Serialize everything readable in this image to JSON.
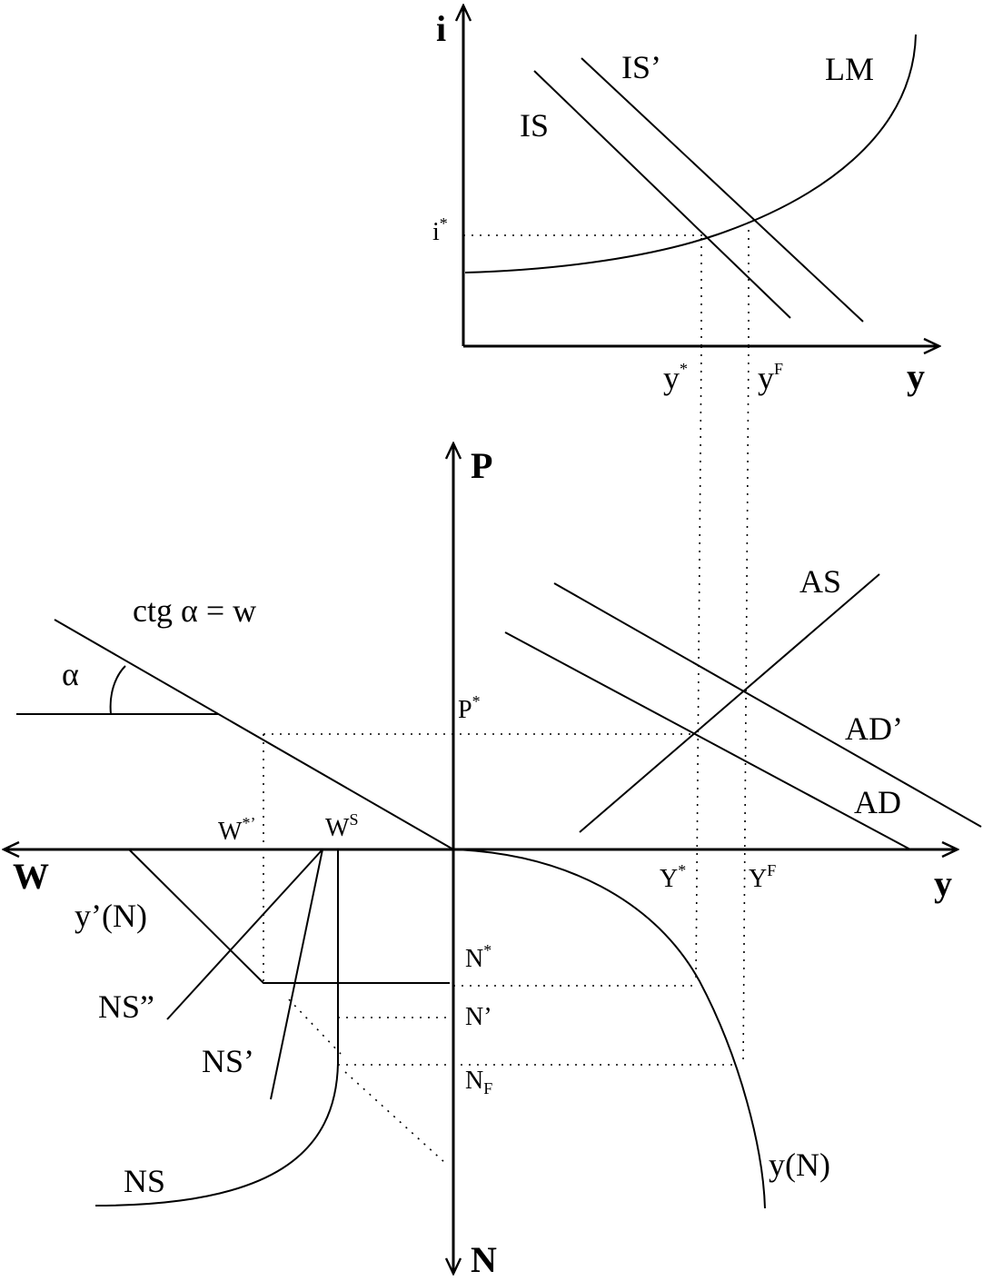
{
  "top_panel": {
    "axis_y_label": "i",
    "axis_x_label": "y",
    "curves": {
      "is": "IS",
      "is_prime": "IS’",
      "lm": "LM"
    },
    "ticks": {
      "i_star": "i",
      "y_star": "y",
      "y_f": "y"
    },
    "tick_marks": {
      "star": "*",
      "f": "F"
    }
  },
  "bottom_panel": {
    "axis_up_label": "P",
    "axis_down_label": "N",
    "axis_left_label": "W",
    "axis_right_label": "y",
    "formula": "ctg α = w",
    "angle_label": "α",
    "ticks": {
      "p_star": "P",
      "n_star": "N",
      "n_prime": "N’",
      "n_f": "N",
      "w_star": "W",
      "w_s": "W",
      "Y_star": "Y",
      "Y_f": "Y"
    },
    "tick_marks": {
      "star": "*",
      "star_prime": "*’",
      "s": "S",
      "f": "F",
      "f_sub": "F"
    },
    "curves": {
      "as": "AS",
      "ad": "AD",
      "ad_prime": "AD’",
      "y_n": "y(N)",
      "y_prime_n": "y’(N)",
      "ns": "NS",
      "ns_prime": "NS’",
      "ns_double_prime": "NS”"
    }
  }
}
